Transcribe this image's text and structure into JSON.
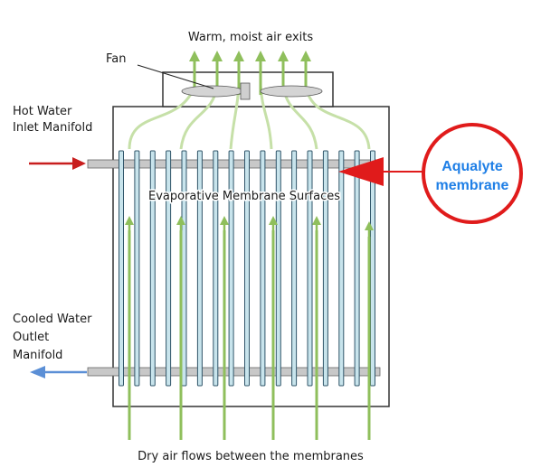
{
  "labels": {
    "top": "Warm, moist air exits",
    "fan": "Fan",
    "hot_water_line1": "Hot Water",
    "hot_water_line2": "Inlet Manifold",
    "cooled_line1": "Cooled Water",
    "cooled_line2": "Outlet",
    "cooled_line3": "Manifold",
    "membranes": "Evaporative Membrane Surfaces",
    "bottom": "Dry air flows between the membranes"
  },
  "callout": {
    "line1": "Aqualyte",
    "line2": "membrane"
  },
  "colors": {
    "callout_red": "#e01b1b",
    "callout_text": "#1f7fe6",
    "hot_arrow": "#c81e1e",
    "cold_arrow": "#5b8fd6",
    "air_green": "#8fbf5c",
    "air_green_light": "#c6e0a8",
    "membrane_fill": "#c8e4ec",
    "membrane_stroke": "#31566a",
    "manifold": "#c8c8c8"
  },
  "membrane_count": 17
}
